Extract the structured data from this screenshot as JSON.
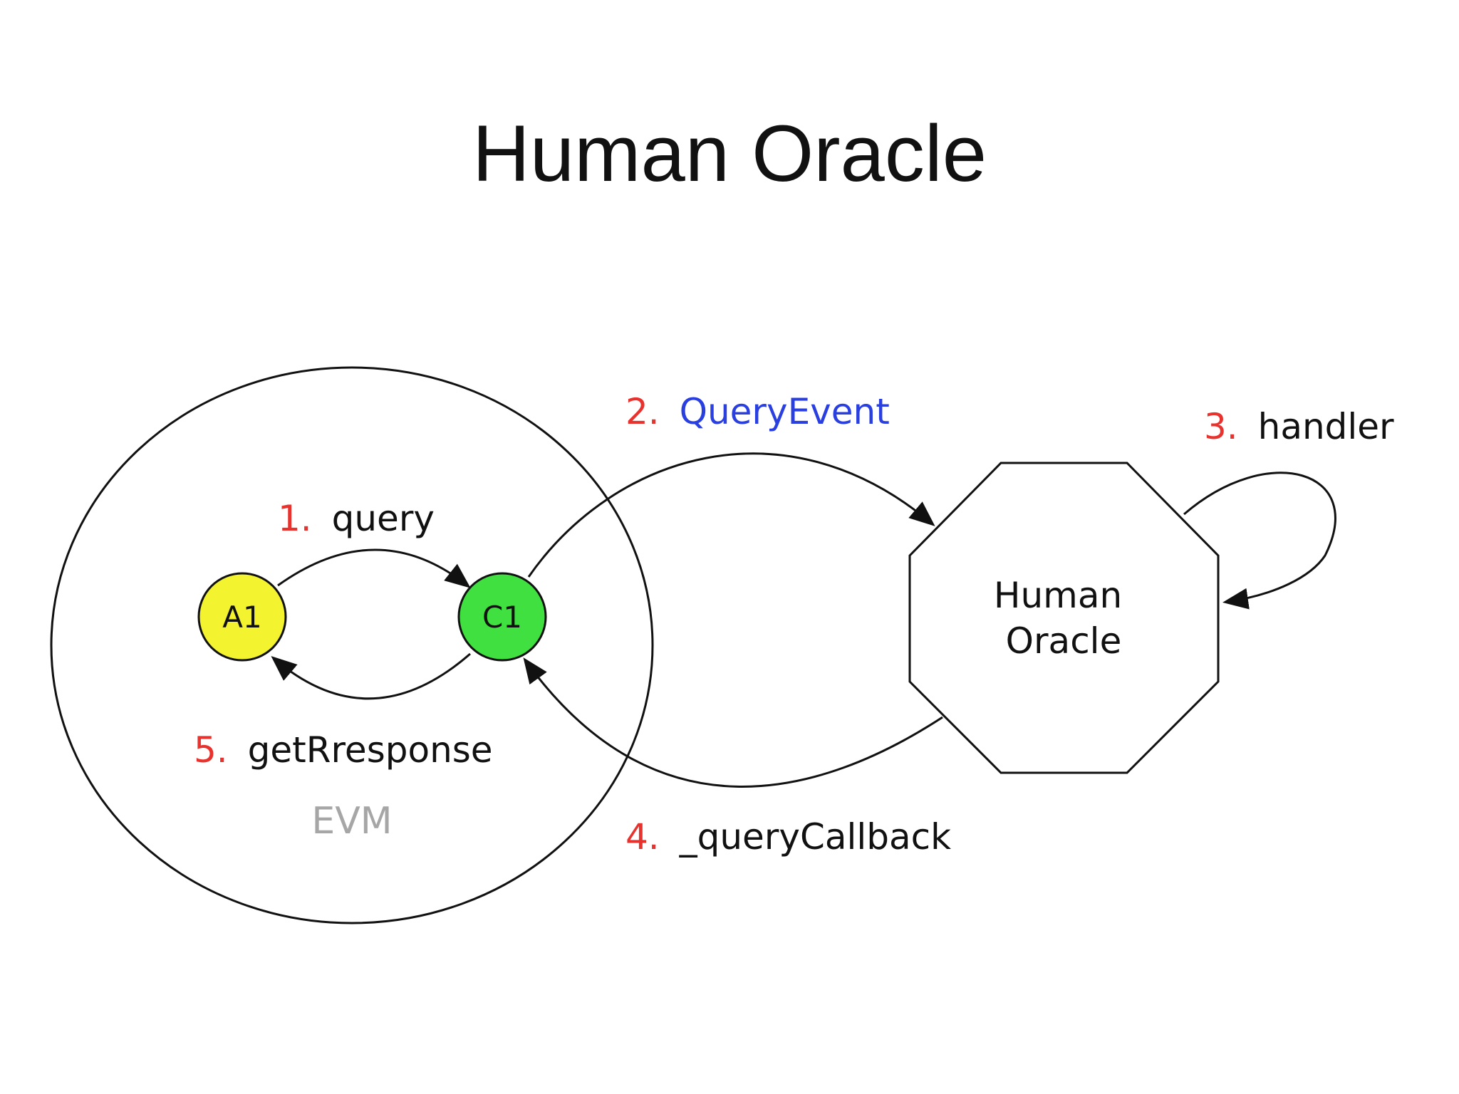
{
  "slide": {
    "title": "Human Oracle"
  },
  "diagram": {
    "evm": {
      "label": "EVM"
    },
    "nodes": {
      "a1": {
        "label": "A1"
      },
      "c1": {
        "label": "C1"
      },
      "oracle": {
        "line1": "Human",
        "line2": "Oracle"
      }
    },
    "steps": {
      "query": {
        "number": "1.",
        "text": "query"
      },
      "query_event": {
        "number": "2.",
        "text": "QueryEvent"
      },
      "handler": {
        "number": "3.",
        "text": "handler"
      },
      "query_callback": {
        "number": "4.",
        "text": "_queryCallback"
      },
      "get_response": {
        "number": "5.",
        "text": "getRresponse"
      }
    }
  },
  "colors": {
    "step_number": "#e8322d",
    "step_text": "#111111",
    "event_text": "#2a3fe0",
    "evm_label": "#a6a6a6",
    "a1_fill": "#f3f330",
    "c1_fill": "#3fe03f"
  }
}
